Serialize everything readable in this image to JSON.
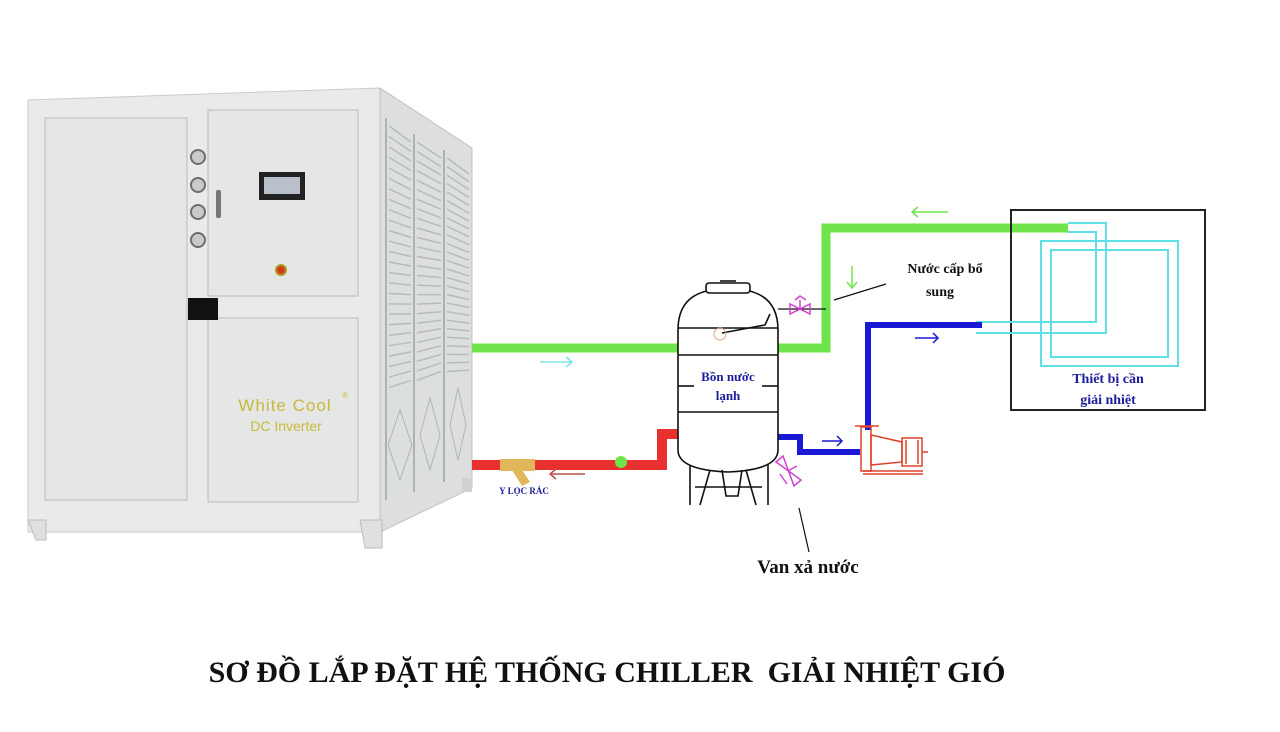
{
  "title": "SƠ ĐỒ LẮP ĐẶT HỆ THỐNG CHILLER  GIẢI NHIỆT GIÓ",
  "chiller": {
    "brand_line1": "White Cool",
    "brand_line2": "DC Inverter",
    "registered_mark": "®"
  },
  "labels": {
    "tank_line1": "Bồn nước",
    "tank_line2": "lạnh",
    "makeup_line1": "Nước cấp bổ",
    "makeup_line2": "sung",
    "device_line1": "Thiết bị cần",
    "device_line2": "giải nhiệt",
    "drain_valve": "Van xả nước",
    "y_strainer": "Y LỌC RÁC"
  },
  "colors": {
    "supply_pipe": "#6fe34a",
    "return_pipe": "#e8312f",
    "pump_pipe": "#1a1ad6",
    "coil": "#5fe0e6",
    "valve": "#d040d0",
    "label_blue": "#1c1c9c",
    "pump": "#e0402a"
  }
}
